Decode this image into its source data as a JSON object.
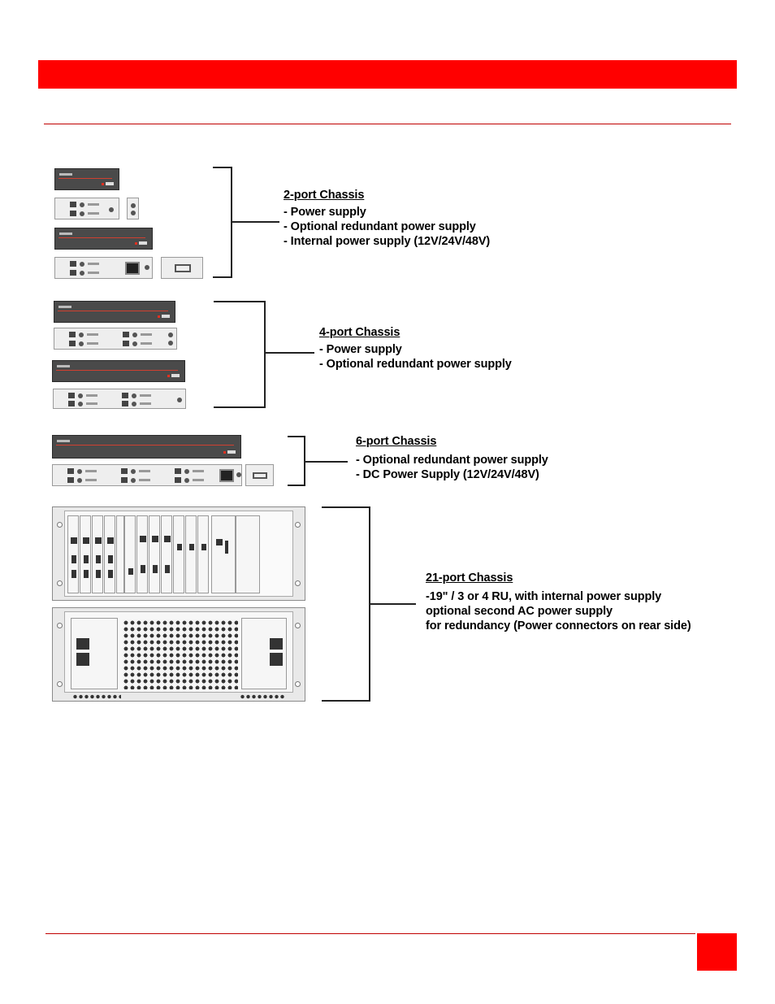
{
  "sections": [
    {
      "title": "2-port Chassis",
      "lines": [
        "- Power supply",
        "- Optional redundant power supply",
        "- Internal power supply (12V/24V/48V)"
      ]
    },
    {
      "title": "4-port Chassis",
      "lines": [
        "- Power supply",
        "- Optional redundant power supply"
      ]
    },
    {
      "title": "6-port Chassis",
      "lines": [
        "- Optional redundant power supply",
        "- DC Power Supply (12V/24V/48V)"
      ]
    },
    {
      "title": "21-port Chassis",
      "lines": [
        "-19\" / 3 or 4 RU, with internal power supply",
        "optional second AC power supply",
        "for redundancy (Power connectors on rear side)"
      ]
    }
  ],
  "colors": {
    "accent": "#ff0000",
    "rule": "#c00000"
  }
}
